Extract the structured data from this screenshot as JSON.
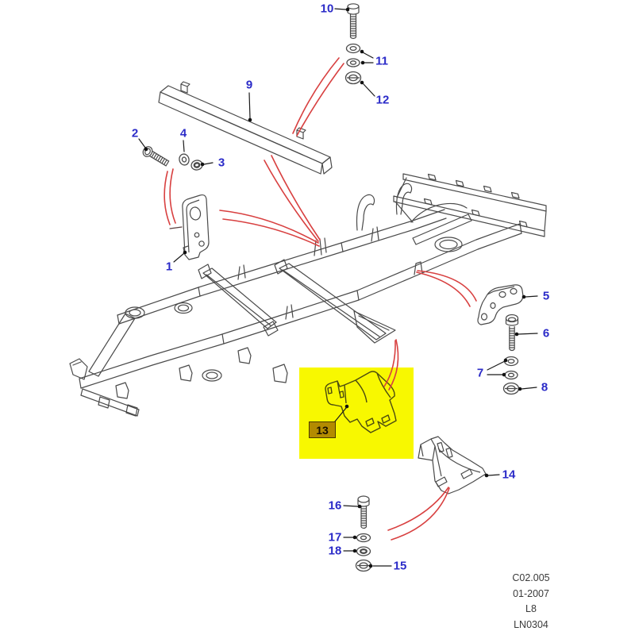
{
  "colors": {
    "part_label": "#2b2bc8",
    "callout_line": "#d84040",
    "drawing_line": "#4a4a4a",
    "highlight_fill": "#f8f800",
    "highlight_badge_bg": "#b38b00"
  },
  "parts": {
    "p1": "1",
    "p2": "2",
    "p3": "3",
    "p4": "4",
    "p5": "5",
    "p6": "6",
    "p7": "7",
    "p8": "8",
    "p9": "9",
    "p10": "10",
    "p11": "11",
    "p12": "12",
    "p14": "14",
    "p15": "15",
    "p16": "16",
    "p17": "17",
    "p18": "18"
  },
  "highlighted_part": {
    "label": "13"
  },
  "doc_info": {
    "code": "C02.005",
    "date": "01-2007",
    "sheet": "L8",
    "drawing_ref": "LN0304"
  }
}
